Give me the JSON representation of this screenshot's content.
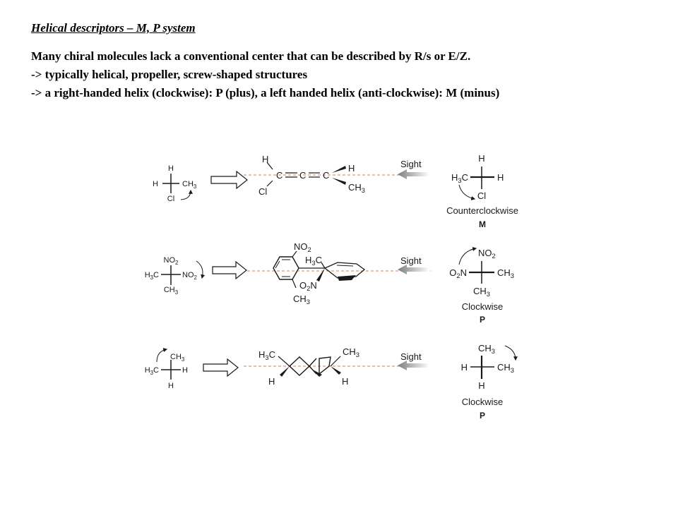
{
  "slide": {
    "title": "Helical descriptors – M, P system",
    "lines": [
      "Many chiral molecules lack a conventional center that can be described by R/s or E/Z.",
      "-> typically helical, propeller, screw-shaped structures",
      "-> a right-handed helix (clockwise): P (plus), a left handed helix (anti-clockwise): M (minus)"
    ]
  },
  "figure": {
    "sight_label": "Sight",
    "rows": [
      {
        "fischer": {
          "top": [
            "H"
          ],
          "left": [
            "H"
          ],
          "right": [
            "CH",
            "3"
          ],
          "bottom": [
            "Cl"
          ]
        },
        "molecule": {
          "type": "allene",
          "labels": {
            "h1": [
              "H"
            ],
            "cl": [
              "Cl"
            ],
            "c1": [
              "C"
            ],
            "eq1": [
              "="
            ],
            "c2": [
              "C"
            ],
            "eq2": [
              "="
            ],
            "c3": [
              "C"
            ],
            "h2": [
              "H"
            ],
            "ch3": [
              "CH",
              "3"
            ]
          }
        },
        "newman": {
          "top": [
            "H"
          ],
          "left": [
            "H",
            "3",
            "C"
          ],
          "right": [
            "H"
          ],
          "bottom": [
            "Cl"
          ]
        },
        "rotation": "Counterclockwise",
        "descriptor": "M"
      },
      {
        "fischer": {
          "top": [
            "NO",
            "2"
          ],
          "left": [
            "H",
            "3",
            "C"
          ],
          "right": [
            "NO",
            "2"
          ],
          "bottom": [
            "CH",
            "3"
          ]
        },
        "molecule": {
          "type": "biphenyl",
          "labels": {
            "no2_top": [
              "NO",
              "2"
            ],
            "h3c": [
              "H",
              "3",
              "C"
            ],
            "o2n": [
              "O",
              "2",
              "N"
            ],
            "ch3_bottom": [
              "CH",
              "3"
            ]
          }
        },
        "newman": {
          "top": [
            "NO",
            "2"
          ],
          "left": [
            "O",
            "2",
            "N"
          ],
          "right": [
            "CH",
            "3"
          ],
          "bottom": [
            "CH",
            "3"
          ]
        },
        "rotation": "Clockwise",
        "descriptor": "P"
      },
      {
        "fischer": {
          "top": [
            "CH",
            "3"
          ],
          "left": [
            "H",
            "3",
            "C"
          ],
          "right": [
            "H"
          ],
          "bottom": [
            "H"
          ]
        },
        "molecule": {
          "type": "spiro",
          "labels": {
            "h3c": [
              "H",
              "3",
              "C"
            ],
            "ch3": [
              "CH",
              "3"
            ],
            "h_left": [
              "H"
            ],
            "h_right": [
              "H"
            ]
          }
        },
        "newman": {
          "top": [
            "CH",
            "3"
          ],
          "left": [
            "H"
          ],
          "right": [
            "CH",
            "3"
          ],
          "bottom": [
            "H"
          ]
        },
        "rotation": "Clockwise",
        "descriptor": "P"
      }
    ]
  },
  "colors": {
    "dash": "#d9795a",
    "sight_arrow": "#8c8c8c",
    "line": "#1a1a1a"
  }
}
